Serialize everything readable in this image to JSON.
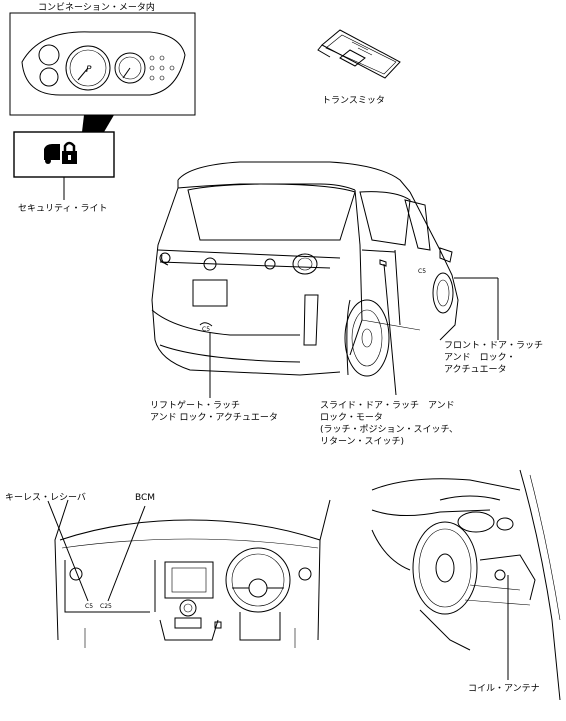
{
  "labels": {
    "combination_meter": "コンビネーション・メータ内",
    "transmitter": "トランスミッタ",
    "security_light": "セキュリティ・ライト",
    "front_door": [
      "フロント・ドア・ラッチ",
      "アンド　ロック・",
      "アクチュエータ"
    ],
    "liftgate": [
      "リフトゲート・ラッチ",
      "アンド ロック・アクチュエータ"
    ],
    "slide_door": [
      "スライド・ドア・ラッチ　アンド",
      "ロック・モータ",
      "(ラッチ・ポジション・スイッチ、",
      "リターン・スイッチ)"
    ],
    "keyless_receiver": "キーレス・レシーバ",
    "bcm": "BCM",
    "coil_antenna": "コイル・アンテナ"
  },
  "icons": [
    "security-lock-icon",
    "car-key-icon"
  ]
}
